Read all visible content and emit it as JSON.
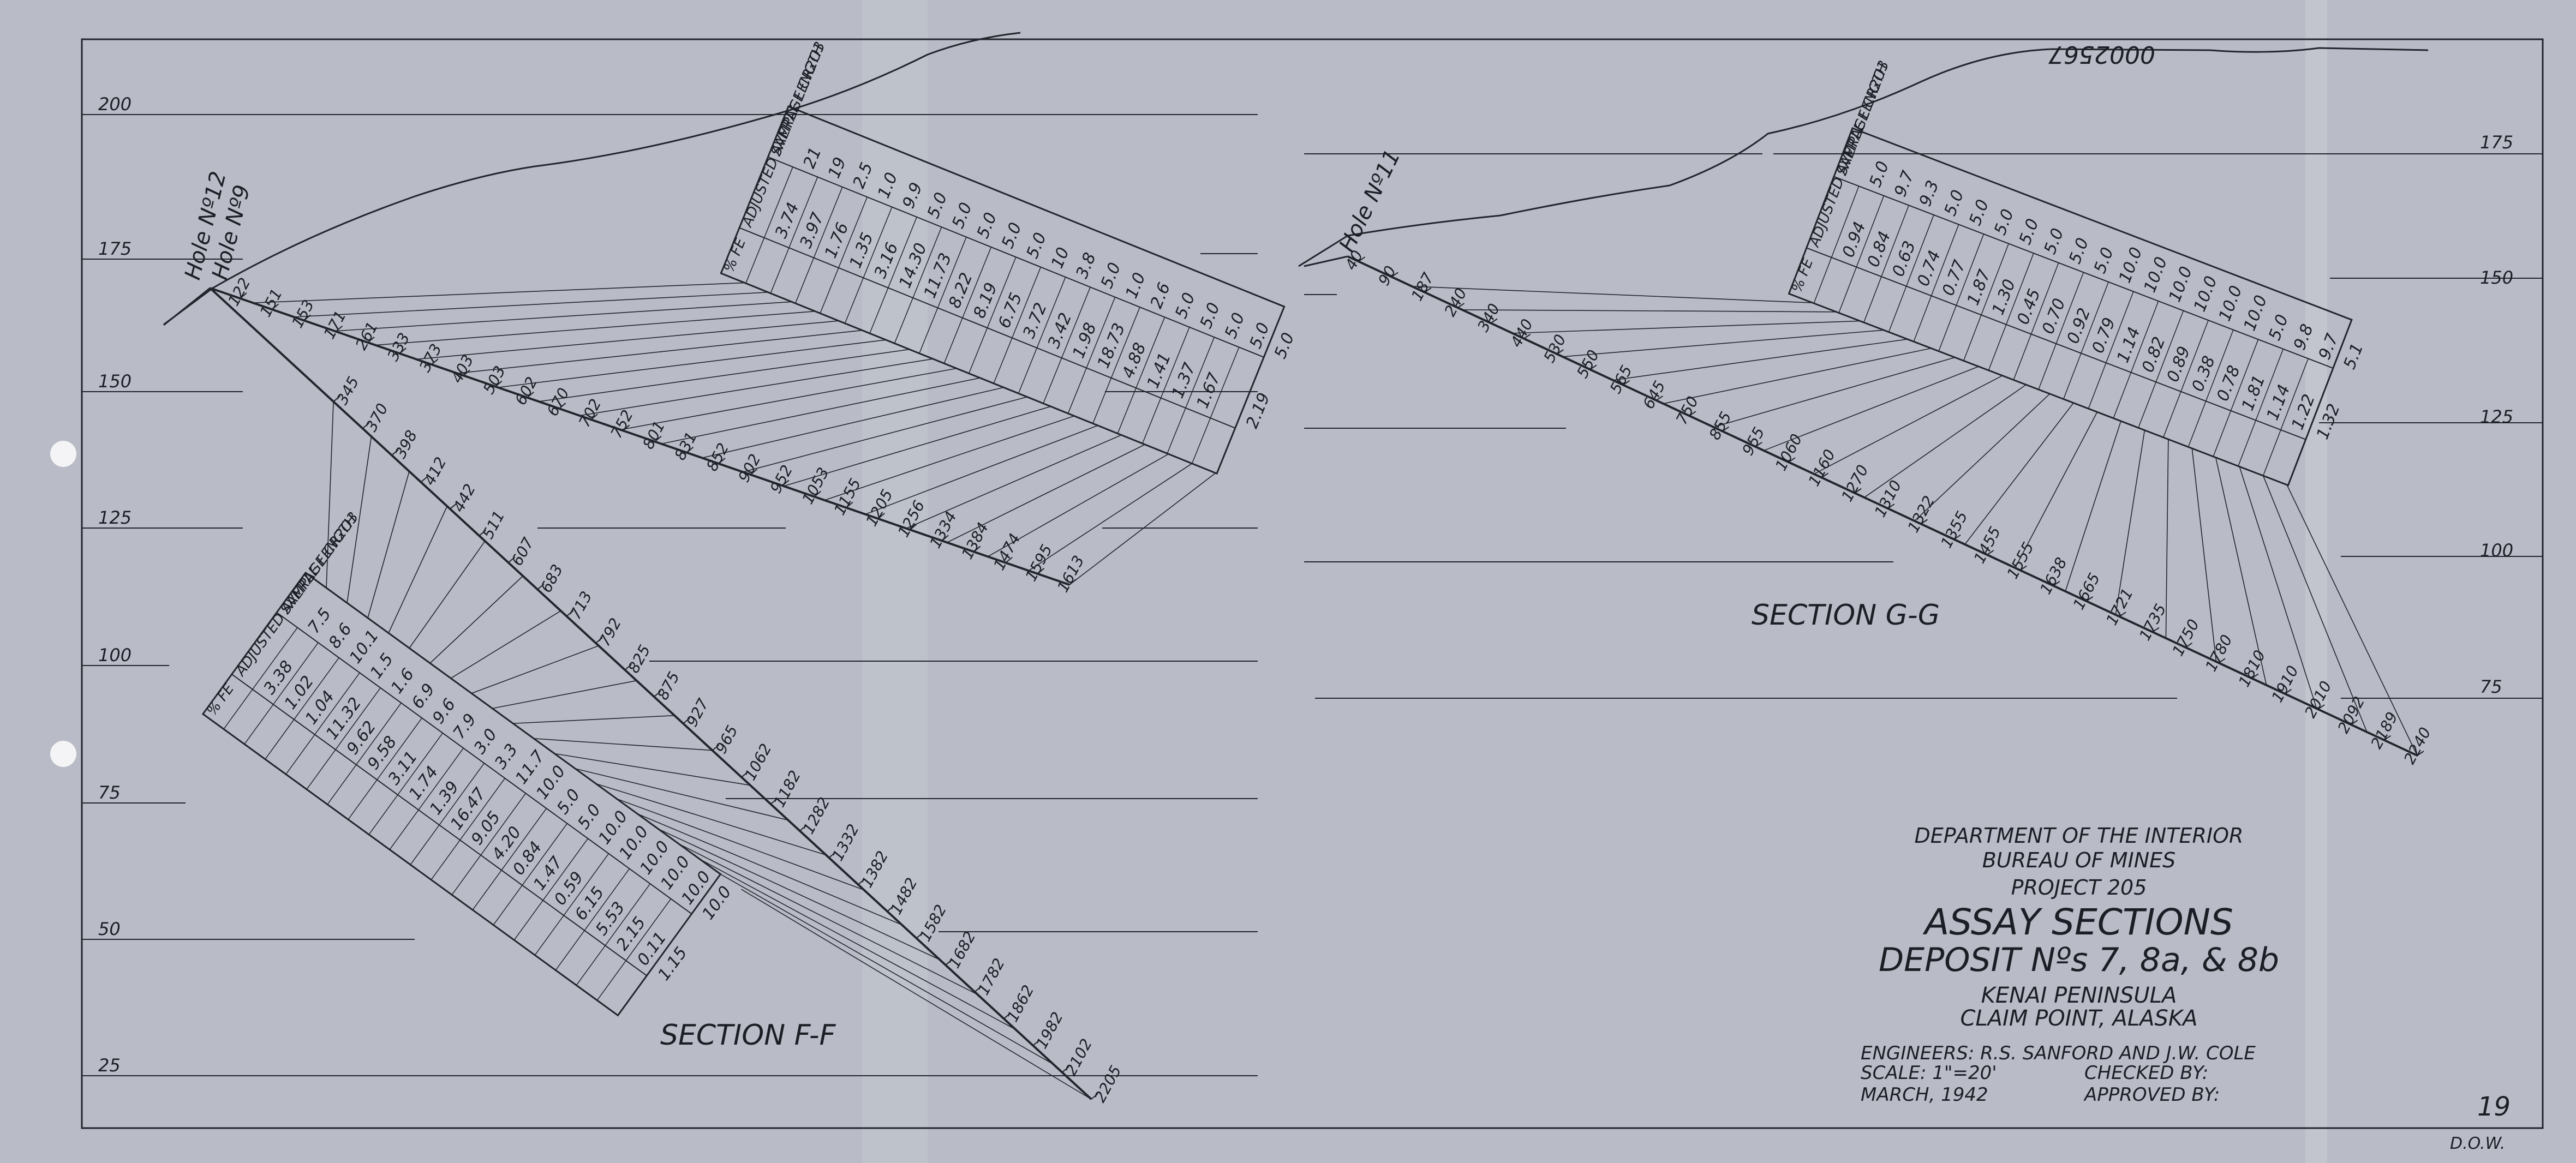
{
  "sheet_number": "0002567",
  "page_number": "19",
  "initials": "D.O.W.",
  "elevation_labels": {
    "left": [
      "200",
      "175",
      "150",
      "125",
      "100",
      "75",
      "50",
      "25"
    ],
    "right": [
      "175",
      "150",
      "125",
      "100",
      "75"
    ]
  },
  "section_ff": {
    "label": "SECTION F-F",
    "hole_12": "Hole Nº12",
    "hole_9": "Hole Nº9",
    "hole9_depths": [
      "122",
      "151",
      "153",
      "171",
      "261",
      "333",
      "373",
      "403",
      "503",
      "602",
      "670",
      "702",
      "752",
      "801",
      "831",
      "852",
      "902",
      "952",
      "1053",
      "1155",
      "1205",
      "1256",
      "1334",
      "1384",
      "1474",
      "1595",
      "1613"
    ],
    "hole12_depths": [
      "345",
      "370",
      "398",
      "412",
      "442",
      "511",
      "607",
      "683",
      "713",
      "792",
      "825",
      "875",
      "927",
      "965",
      "1062",
      "1182",
      "1282",
      "1332",
      "1382",
      "1482",
      "1582",
      "1682",
      "1782",
      "1862",
      "1982",
      "2102",
      "2205"
    ],
    "table_upper": {
      "headers": [
        "SAMPLE LENGTH",
        "ADJUSTED AVERAGE CR2O3",
        "% FE"
      ],
      "col1": [
        "21",
        "19",
        "2.5",
        "1.0",
        "9.9",
        "5.0",
        "5.0",
        "5.0",
        "5.0",
        "5.0",
        "10",
        "3.8",
        "5.0",
        "1.0",
        "2.6",
        "5.0",
        "5.0",
        "5.0",
        "5.0",
        "5.0"
      ],
      "col2": [
        "3.74",
        "3.97",
        "1.76",
        "1.35",
        "3.16",
        "14.30",
        "11.73",
        "8.22",
        "8.19",
        "6.75",
        "3.72",
        "3.42",
        "1.98",
        "18.73",
        "4.88",
        "1.41",
        "1.37",
        "1.67",
        "",
        "2.19"
      ]
    },
    "table_lower": {
      "headers": [
        "SAMPLE LENGTH",
        "ADJUSTED AVERAGE CR2O3",
        "% FE"
      ],
      "col1": [
        "7.5",
        "8.6",
        "10.1",
        "1.5",
        "1.6",
        "6.9",
        "9.6",
        "7.9",
        "3.0",
        "3.3",
        "11.7",
        "10.0",
        "5.0",
        "5.0",
        "10.0",
        "10.0",
        "10.0",
        "10.0",
        "10.0",
        "10.0"
      ],
      "col2": [
        "3.38",
        "1.02",
        "1.04",
        "11.32",
        "9.62",
        "9.58",
        "3.11",
        "1.74",
        "1.39",
        "16.47",
        "9.05",
        "4.20",
        "0.84",
        "1.47",
        "0.59",
        "6.15",
        "5.53",
        "2.15",
        "0.11",
        "1.15"
      ]
    }
  },
  "section_gg": {
    "label": "SECTION G-G",
    "hole_11": "Hole Nº11",
    "depths": [
      "40",
      "90",
      "187",
      "240",
      "340",
      "440",
      "530",
      "550",
      "565",
      "645",
      "750",
      "855",
      "955",
      "1060",
      "1160",
      "1270",
      "1310",
      "1322",
      "1355",
      "1455",
      "1555",
      "1638",
      "1665",
      "1721",
      "1735",
      "1750",
      "1780",
      "1810",
      "1910",
      "2010",
      "2092",
      "2189",
      "2240"
    ],
    "table": {
      "headers": [
        "SAMPLE LENGTH",
        "ADJUSTED AVERAGE CR2O3",
        "% FE"
      ],
      "col1": [
        "5.0",
        "9.7",
        "9.3",
        "5.0",
        "5.0",
        "5.0",
        "5.0",
        "5.0",
        "5.0",
        "5.0",
        "10.0",
        "10.0",
        "10.0",
        "10.0",
        "10.0",
        "10.0",
        "5.0",
        "9.8",
        "9.7",
        "5.1"
      ],
      "col2": [
        "0.94",
        "0.84",
        "0.63",
        "0.74",
        "0.77",
        "1.87",
        "1.30",
        "0.45",
        "0.70",
        "0.92",
        "0.79",
        "1.14",
        "0.82",
        "0.89",
        "0.38",
        "0.78",
        "1.81",
        "1.14",
        "1.22",
        "1.32"
      ]
    }
  },
  "title_block": {
    "dept": "DEPARTMENT OF THE INTERIOR",
    "bureau": "BUREAU OF MINES",
    "project": "PROJECT 205",
    "title1": "ASSAY SECTIONS",
    "title2": "DEPOSIT Nºs 7, 8a, & 8b",
    "loc1": "KENAI PENINSULA",
    "loc2": "CLAIM POINT, ALASKA",
    "engineers": "ENGINEERS: R.S. SANFORD AND J.W. COLE",
    "scale": "SCALE: 1\"=20'",
    "checked": "CHECKED BY:",
    "date": "MARCH, 1942",
    "approved": "APPROVED BY:"
  }
}
